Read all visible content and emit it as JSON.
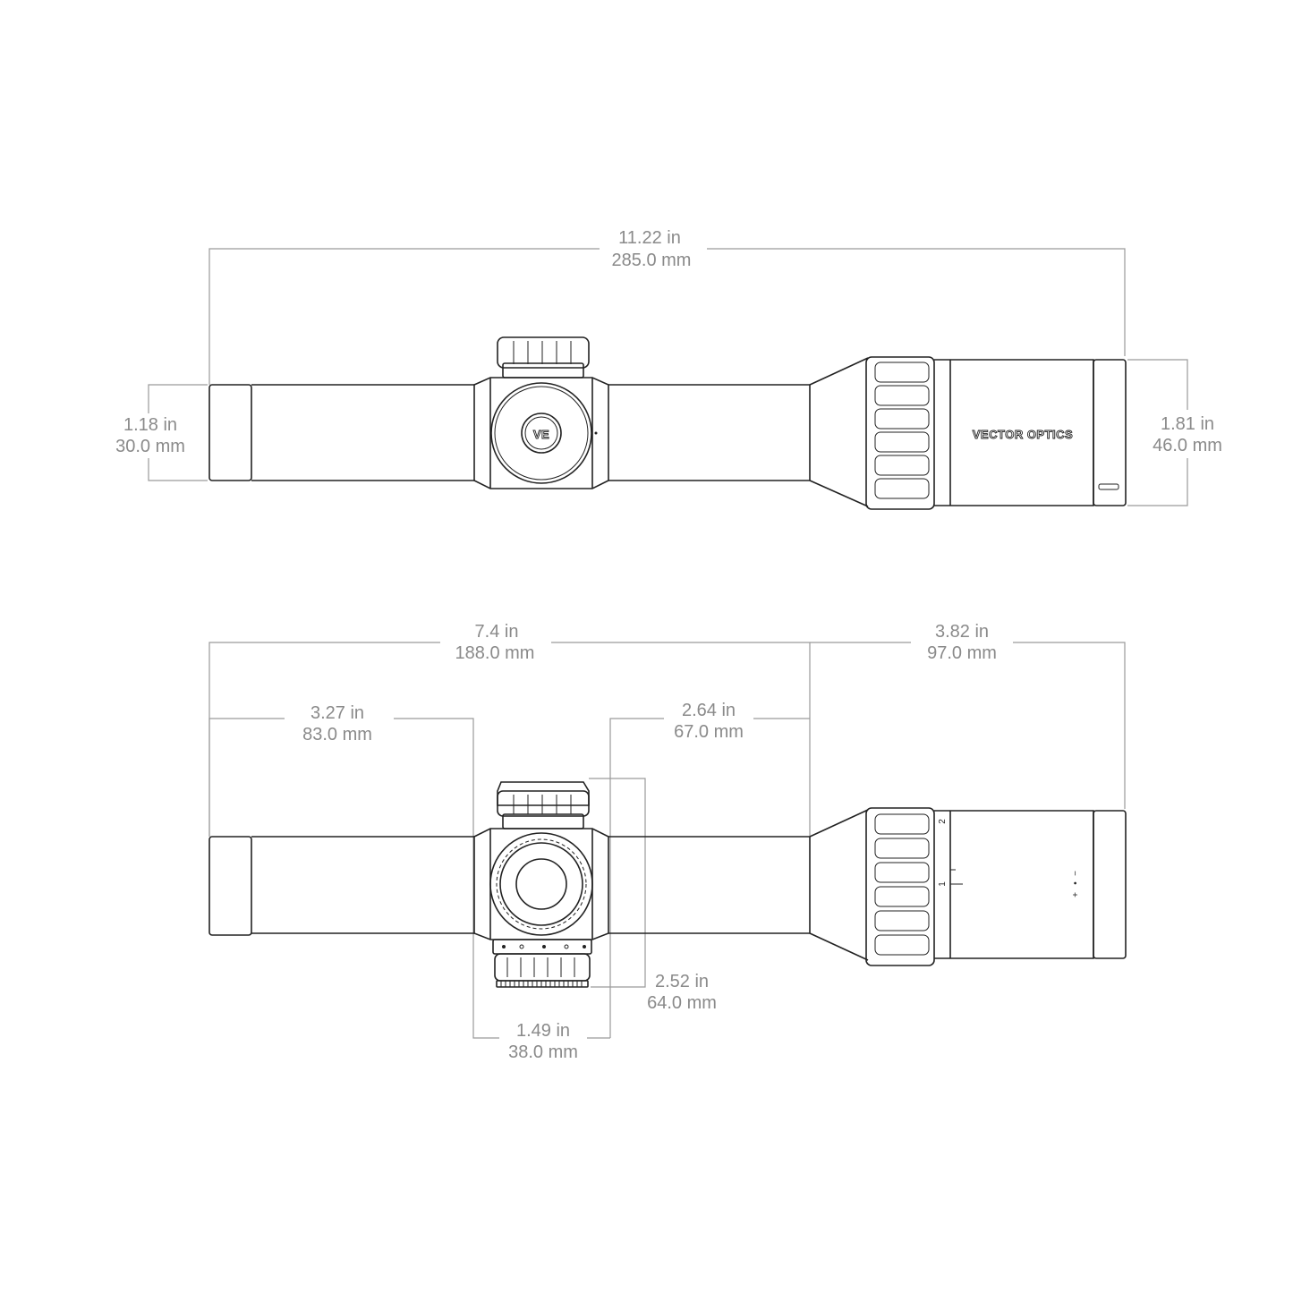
{
  "brand": "VECTOR OPTICS",
  "logo_letters": "VE",
  "colors": {
    "line": "#222222",
    "dimension": "#9a9a9a",
    "dimension_text": "#8a8a8a",
    "background": "#ffffff"
  },
  "top_view": {
    "overall_length": {
      "in": "11.22 in",
      "mm": "285.0 mm"
    },
    "tube_diameter": {
      "in": "1.18 in",
      "mm": "30.0 mm"
    },
    "eyepiece_diameter": {
      "in": "1.81 in",
      "mm": "46.0 mm"
    }
  },
  "side_view": {
    "front_length": {
      "in": "7.4 in",
      "mm": "188.0 mm"
    },
    "eyepiece_length": {
      "in": "3.82 in",
      "mm": "97.0 mm"
    },
    "front_to_turret": {
      "in": "3.27 in",
      "mm": "83.0 mm"
    },
    "turret_to_ocular": {
      "in": "2.64 in",
      "mm": "67.0 mm"
    },
    "turret_height": {
      "in": "2.52 in",
      "mm": "64.0 mm"
    },
    "saddle_width": {
      "in": "1.49 in",
      "mm": "38.0 mm"
    },
    "zoom_marks": [
      "2",
      "1"
    ],
    "diopter_marks": [
      "+",
      "•",
      "−"
    ]
  }
}
